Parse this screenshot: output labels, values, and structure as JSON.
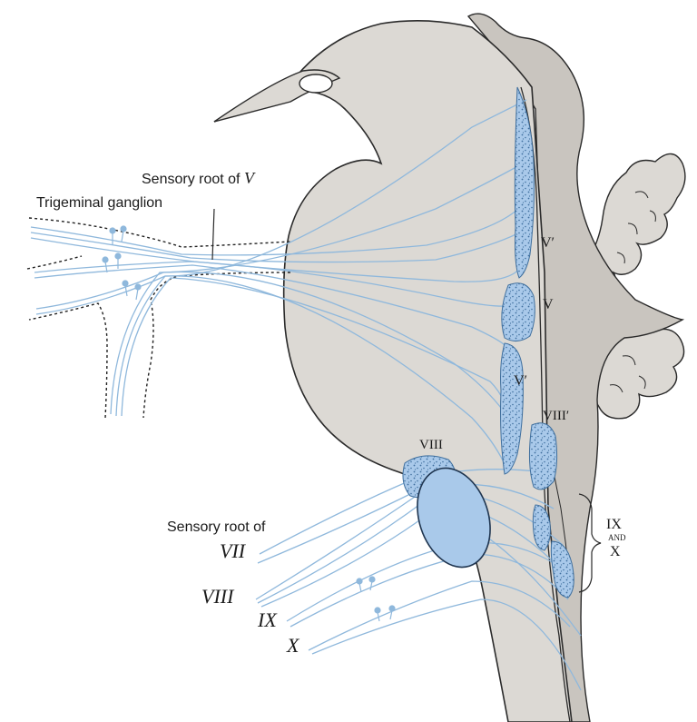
{
  "colors": {
    "background": "#ffffff",
    "tissue_fill": "#dcd9d4",
    "tissue_shadow": "#c9c5bf",
    "tissue_stroke": "#2a2a2a",
    "fiber": "#8fb8dc",
    "nucleus_fill": "#a9c9ea",
    "nucleus_dots": "#3f6f9e",
    "ganglion_dash": "#222222"
  },
  "labels": {
    "sensory_root_v_prefix": "Sensory root of ",
    "sensory_root_v_numeral": "V",
    "trigeminal_ganglion": "Trigeminal ganglion",
    "nucleus_v_prime_upper": "V′",
    "nucleus_v": "V",
    "nucleus_v_prime_lower": "V′",
    "nucleus_viii_prime": "VIII′",
    "nucleus_viii": "VIII",
    "ix_and_x_top": "IX",
    "ix_and_x_middle": "AND",
    "ix_and_x_bottom": "X",
    "sensory_root_of": "Sensory root of",
    "root_vii": "VII",
    "root_viii": "VIII",
    "root_ix": "IX",
    "root_x": "X"
  },
  "icons": {
    "ganglion_cell": "pseudounipolar-neuron-icon"
  }
}
